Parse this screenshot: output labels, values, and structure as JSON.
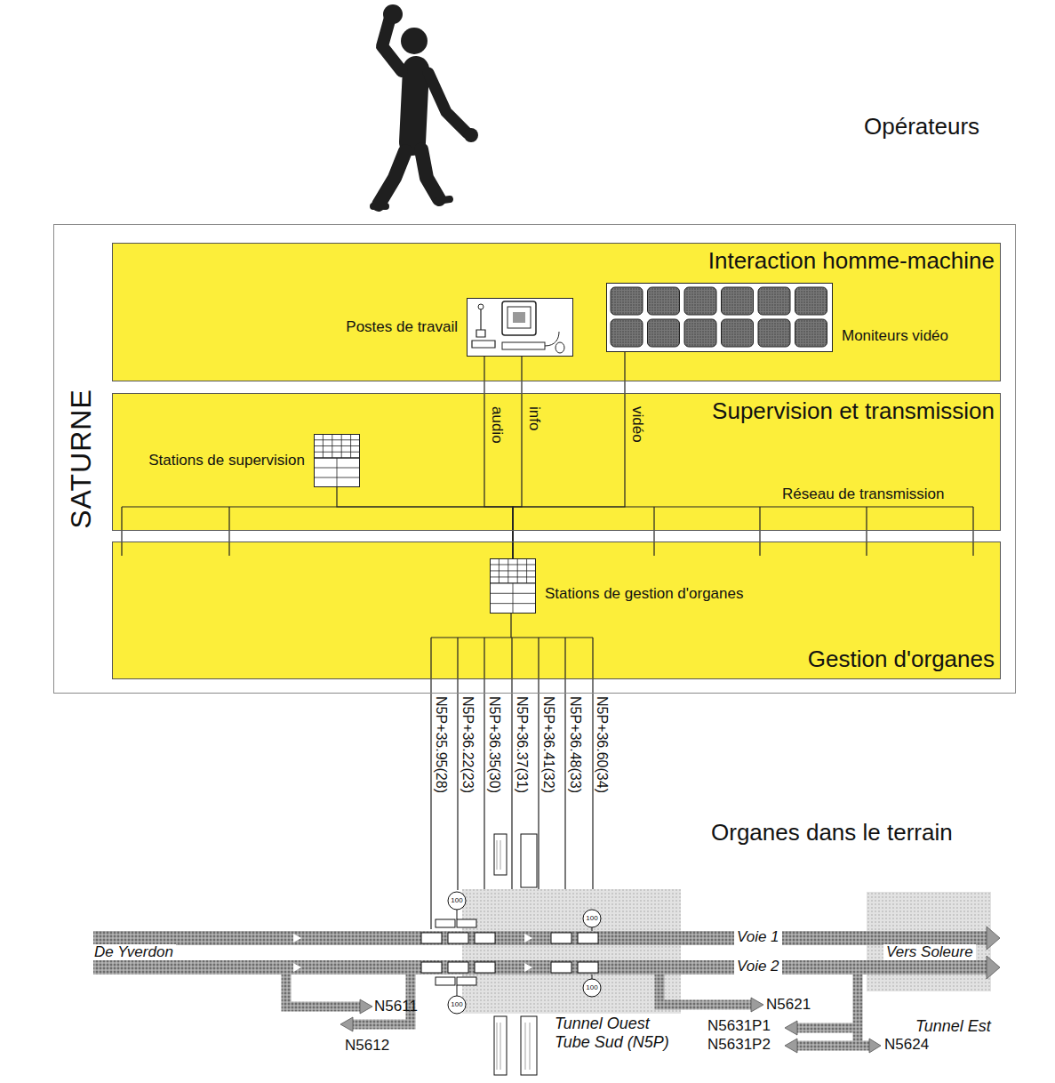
{
  "diagram": {
    "nodes": [
      {
        "text": [
          "SATURNE"
        ]
      },
      {
        "text": [
          "Interaction homme-machine"
        ],
        "in": 0
      },
      {
        "text": [
          "Postes de travail"
        ],
        "in": 1
      },
      {
        "text": [
          "Moniteurs vidéo"
        ],
        "in": 1
      },
      {
        "text": [
          "Supervision et transmission"
        ],
        "in": 0
      },
      {
        "text": [
          "Stations de supervision"
        ],
        "in": 4
      },
      {
        "text": [
          "Gestion d'organes"
        ],
        "in": 0
      },
      {
        "text": [
          "Stations de gestion d'organes"
        ],
        "in": 6
      }
    ],
    "edges": [
      {
        "from": 2,
        "to": 7,
        "label": "audio",
        "arrow": "none"
      },
      {
        "from": 2,
        "to": 7,
        "label": "info",
        "arrow": "none"
      },
      {
        "from": 3,
        "to": 7,
        "label": "vidéo",
        "arrow": "none"
      },
      {
        "from": 5,
        "to": 7,
        "arrow": "none"
      }
    ],
    "labels": [
      "Opérateurs",
      "Réseau de transmission",
      "N5P+35.95(28)",
      "N5P+36.22(23)",
      "N5P+36.35(30)",
      "N5P+36.37(31)",
      "N5P+36.41(32)",
      "N5P+36.48(33)",
      "N5P+36.60(34)",
      "Organes dans le terrain",
      "De Yverdon",
      "Voie 1",
      "Voie 2",
      "Vers Soleure",
      "N5611",
      "N5612",
      "Tunnel Ouest Tube Sud (N5P)",
      "N5621",
      "N5631P1",
      "N5631P2",
      "Tunnel Est",
      "N5624",
      "100",
      "100",
      "100",
      "100"
    ]
  }
}
